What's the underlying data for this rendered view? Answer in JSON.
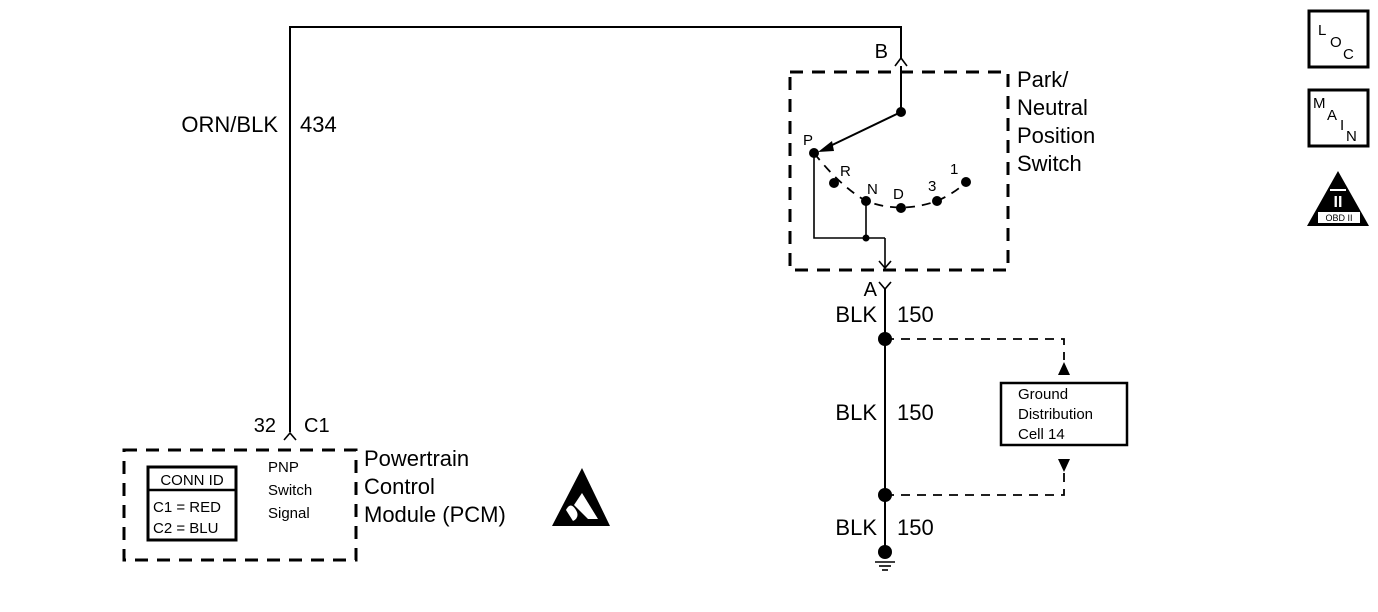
{
  "wire_top": {
    "color": "ORN/BLK",
    "circuit": "434"
  },
  "pcm": {
    "pin": "32",
    "connector": "C1",
    "name_lines": [
      "Powertrain",
      "Control",
      "Module (PCM)"
    ],
    "signal_lines": [
      "PNP",
      "Switch",
      "Signal"
    ],
    "conn_id": {
      "title": "CONN ID",
      "rows": [
        "C1 = RED",
        "C2 = BLU"
      ]
    }
  },
  "switch": {
    "terminal_in": "B",
    "terminal_out": "A",
    "name_lines": [
      "Park/",
      "Neutral",
      "Position",
      "Switch"
    ],
    "positions": [
      "P",
      "R",
      "N",
      "D",
      "3",
      "1"
    ]
  },
  "ground_wires": [
    {
      "color": "BLK",
      "circuit": "150"
    },
    {
      "color": "BLK",
      "circuit": "150"
    },
    {
      "color": "BLK",
      "circuit": "150"
    }
  ],
  "ground_cell": {
    "lines": [
      "Ground",
      "Distribution",
      "Cell 14"
    ]
  },
  "side_icons": {
    "loc": [
      "L",
      "O",
      "C"
    ],
    "main": [
      "M",
      "A",
      "I",
      "N"
    ],
    "obd": {
      "numeral": "II",
      "label": "OBD II"
    }
  }
}
